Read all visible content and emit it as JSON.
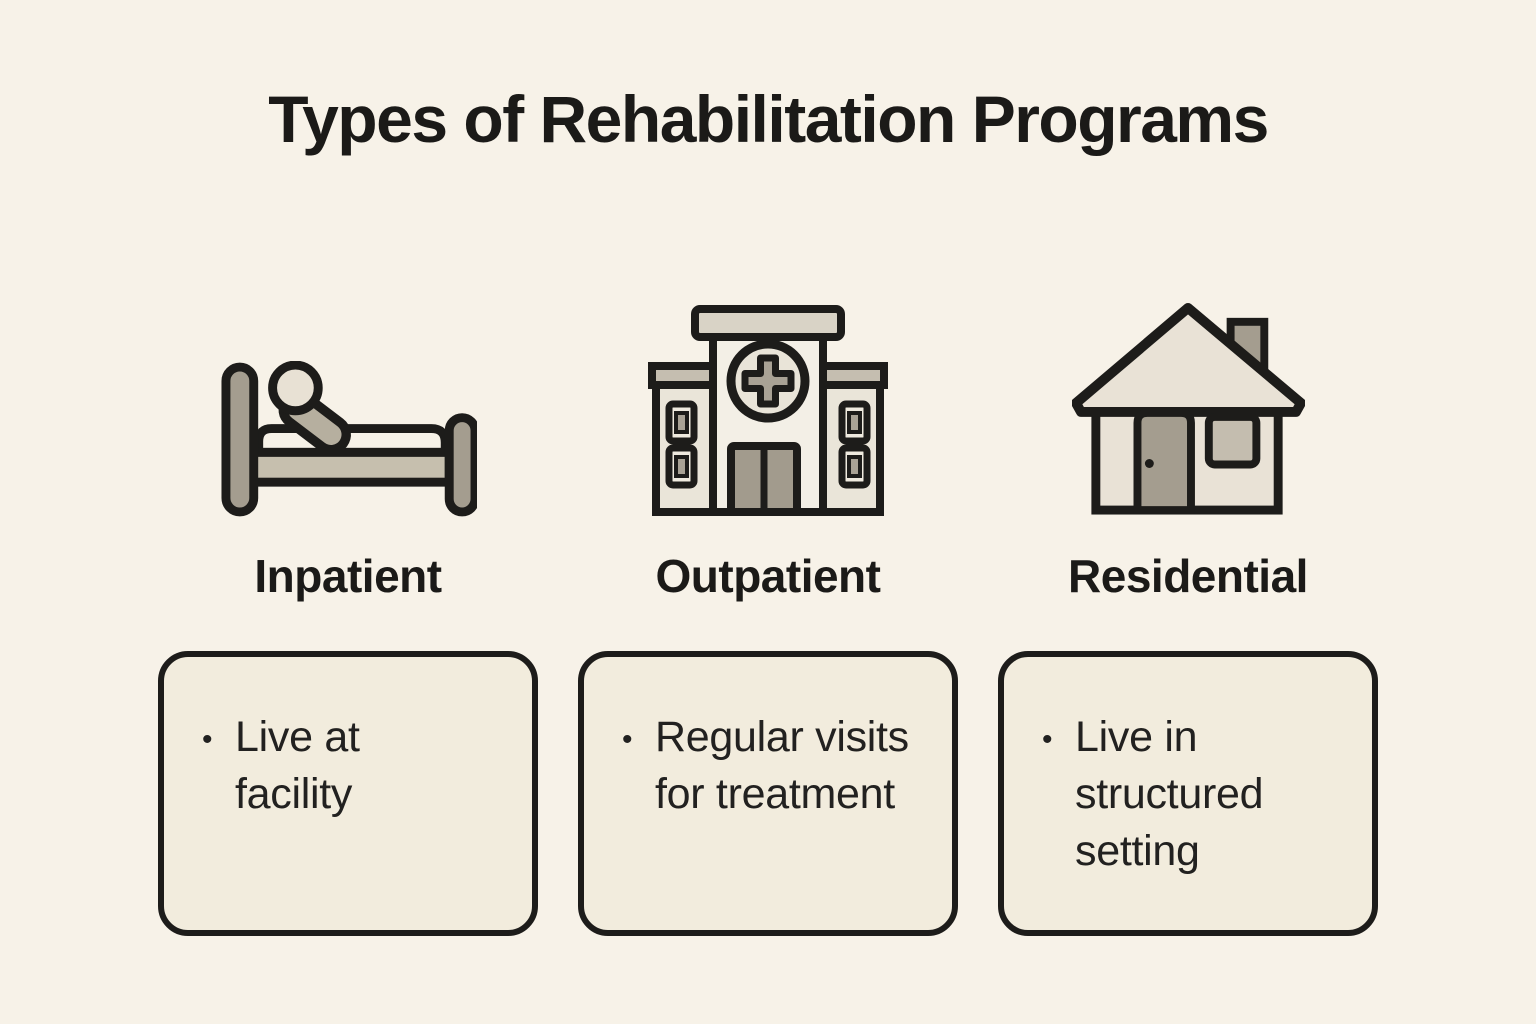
{
  "title": "Types of Rehabilitation Programs",
  "palette": {
    "background": "#F7F2E8",
    "card_background": "#F2ECDD",
    "ink": "#1D1C1A",
    "icon_gray_dark": "#A49D8F",
    "icon_gray_mid": "#C5BEB0",
    "icon_gray_light": "#E9E2D6"
  },
  "columns": [
    {
      "icon": "bed-icon",
      "label": "Inpatient",
      "bullet": "•",
      "text": "Live at\nfacility"
    },
    {
      "icon": "hospital-icon",
      "label": "Outpatient",
      "bullet": "•",
      "text": "Regular visits\nfor treatment"
    },
    {
      "icon": "house-icon",
      "label": "Residential",
      "bullet": "•",
      "text": "Live in\nstructured\nsetting"
    }
  ]
}
